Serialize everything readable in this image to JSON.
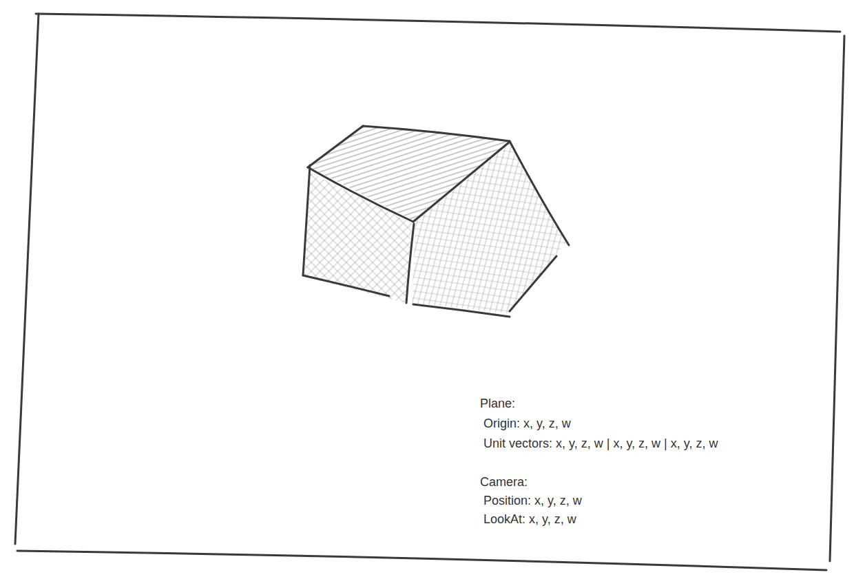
{
  "diagram": {
    "labels": [
      "Plane:",
      "Origin: x, y, z, w",
      "Unit vectors: x, y, z, w | x, y, z, w | x, y, z, w",
      "Camera:",
      "Position: x, y, z, w",
      "LookAt: x, y, z, w"
    ]
  }
}
